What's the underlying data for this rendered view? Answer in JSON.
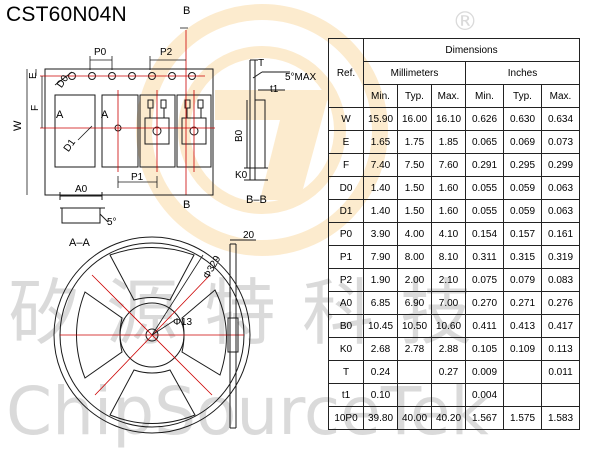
{
  "title": "CST60N04N",
  "drawing_labels": {
    "B_top": "B",
    "B_bottom": "B",
    "T": "T",
    "t1": "t1",
    "max_angle": "5°MAX",
    "P0": "P0",
    "P2": "P2",
    "E": "E",
    "D0": "D0",
    "F": "F",
    "W": "W",
    "A_left": "A",
    "A_right": "A",
    "D1": "D1",
    "P1": "P1",
    "B0": "B0",
    "K0": "K0",
    "section_bb": "B–B",
    "A0": "A0",
    "angle5": "5°",
    "section_aa": "A–A",
    "reel_d1": "Φ329",
    "reel_d2": "Φ13",
    "reel_w": "20"
  },
  "table": {
    "header_dimensions": "Dimensions",
    "header_ref": "Ref.",
    "header_mm": "Millimeters",
    "header_in": "Inches",
    "sub_headers": [
      "Min.",
      "Typ.",
      "Max.",
      "Min.",
      "Typ.",
      "Max."
    ],
    "rows": [
      {
        "ref": "W",
        "v": [
          "15.90",
          "16.00",
          "16.10",
          "0.626",
          "0.630",
          "0.634"
        ]
      },
      {
        "ref": "E",
        "v": [
          "1.65",
          "1.75",
          "1.85",
          "0.065",
          "0.069",
          "0.073"
        ]
      },
      {
        "ref": "F",
        "v": [
          "7.40",
          "7.50",
          "7.60",
          "0.291",
          "0.295",
          "0.299"
        ]
      },
      {
        "ref": "D0",
        "v": [
          "1.40",
          "1.50",
          "1.60",
          "0.055",
          "0.059",
          "0.063"
        ]
      },
      {
        "ref": "D1",
        "v": [
          "1.40",
          "1.50",
          "1.60",
          "0.055",
          "0.059",
          "0.063"
        ]
      },
      {
        "ref": "P0",
        "v": [
          "3.90",
          "4.00",
          "4.10",
          "0.154",
          "0.157",
          "0.161"
        ]
      },
      {
        "ref": "P1",
        "v": [
          "7.90",
          "8.00",
          "8.10",
          "0.311",
          "0.315",
          "0.319"
        ]
      },
      {
        "ref": "P2",
        "v": [
          "1.90",
          "2.00",
          "2.10",
          "0.075",
          "0.079",
          "0.083"
        ]
      },
      {
        "ref": "A0",
        "v": [
          "6.85",
          "6.90",
          "7.00",
          "0.270",
          "0.271",
          "0.276"
        ]
      },
      {
        "ref": "B0",
        "v": [
          "10.45",
          "10.50",
          "10.60",
          "0.411",
          "0.413",
          "0.417"
        ]
      },
      {
        "ref": "K0",
        "v": [
          "2.68",
          "2.78",
          "2.88",
          "0.105",
          "0.109",
          "0.113"
        ]
      },
      {
        "ref": "T",
        "v": [
          "0.24",
          "",
          "0.27",
          "0.009",
          "",
          "0.011"
        ]
      },
      {
        "ref": "t1",
        "v": [
          "0.10",
          "",
          "",
          "0.004",
          "",
          ""
        ]
      },
      {
        "ref": "10P0",
        "v": [
          "39.80",
          "40.00",
          "40.20",
          "1.567",
          "1.575",
          "1.583"
        ]
      }
    ]
  },
  "watermark": {
    "cn_text": "矽源特科技",
    "en_text": "ChipSourceTek",
    "registered": "®"
  },
  "colors": {
    "line": "#1a1a1a",
    "dim_red": "#cc0000",
    "watermark_gray": "#bdbdbd",
    "watermark_orange": "#f5a623"
  }
}
